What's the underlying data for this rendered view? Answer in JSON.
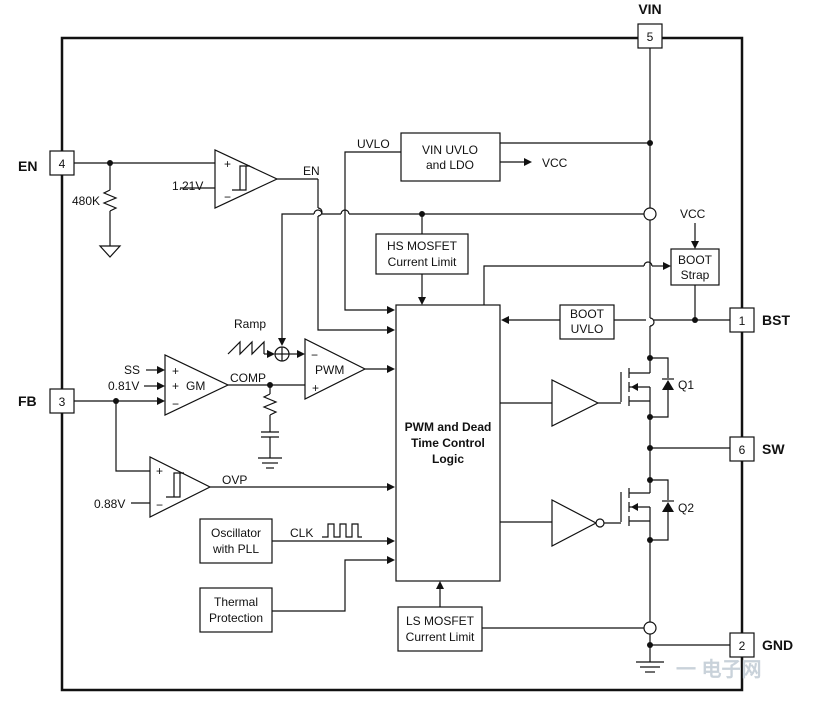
{
  "pins": {
    "vin": {
      "name": "VIN",
      "num": "5"
    },
    "en": {
      "name": "EN",
      "num": "4"
    },
    "fb": {
      "name": "FB",
      "num": "3"
    },
    "bst": {
      "name": "BST",
      "num": "1"
    },
    "sw": {
      "name": "SW",
      "num": "6"
    },
    "gnd": {
      "name": "GND",
      "num": "2"
    }
  },
  "blocks": {
    "vin_uvlo_ldo": [
      "VIN UVLO",
      "and LDO"
    ],
    "hs_limit": [
      "HS MOSFET",
      "Current Limit"
    ],
    "boot_strap": [
      "BOOT",
      "Strap"
    ],
    "boot_uvlo": [
      "BOOT",
      "UVLO"
    ],
    "logic": [
      "PWM and Dead",
      "Time Control",
      "Logic"
    ],
    "oscillator": [
      "Oscillator",
      "with PLL"
    ],
    "thermal": [
      "Thermal",
      "Protection"
    ],
    "ls_limit": [
      "LS MOSFET",
      "Current Limit"
    ]
  },
  "labels": {
    "uvlo": "UVLO",
    "vcc_out": "VCC",
    "vcc_in": "VCC",
    "en_sig": "EN",
    "vref_en": "1.21V",
    "res": "480K",
    "ramp": "Ramp",
    "pwm": "PWM",
    "ss": "SS",
    "vref_fb": "0.81V",
    "gm": "GM",
    "comp": "COMP",
    "ovp": "OVP",
    "vref_ovp": "0.88V",
    "clk": "CLK",
    "q1": "Q1",
    "q2": "Q2",
    "plus": "+",
    "minus": "−"
  },
  "watermark": "一 电子网"
}
